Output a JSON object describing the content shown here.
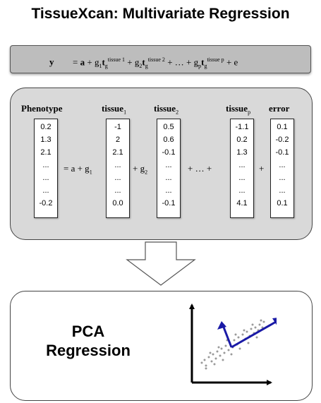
{
  "title": "TissueXcan: Multivariate Regression",
  "equation": {
    "y": "y",
    "eq": "=",
    "a": "a",
    "plus": "+",
    "g1": "g",
    "g1_sub": "1",
    "t1": "t",
    "t1_sup": "tissue 1",
    "t_sub": "g",
    "g2": "g",
    "g2_sub": "2",
    "t2_sup": "tissue 2",
    "dots": "+ … +",
    "gp": "g",
    "gp_sub": "p",
    "tp_sup": "tissue p",
    "e_term": "+ e"
  },
  "matrix": {
    "phenotype": {
      "label": "Phenotype",
      "values": [
        "0.2",
        "1.3",
        "2.1",
        "...",
        "...",
        "...",
        "-0.2"
      ]
    },
    "tissue1": {
      "label": "tissue",
      "sub": "1",
      "values": [
        "-1",
        "2",
        "2.1",
        "...",
        "...",
        "...",
        "0.0"
      ]
    },
    "tissue2": {
      "label": "tissue",
      "sub": "2",
      "values": [
        "0.5",
        "0.6",
        "-0.1",
        "...",
        "...",
        "...",
        "-0.1"
      ]
    },
    "tissuep": {
      "label": "tissue",
      "sub": "p",
      "values": [
        "-1.1",
        "0.2",
        "1.3",
        "...",
        "...",
        "...",
        "4.1"
      ]
    },
    "error": {
      "label": "error",
      "values": [
        "0.1",
        "-0.2",
        "-0.1",
        "...",
        "...",
        "...",
        "0.1"
      ]
    },
    "ops": {
      "eq_a_g": "= a + g",
      "g_sub1": "1",
      "plus_g": "+ g",
      "g_sub2": "2",
      "plus_dots": "+ … +",
      "plus": "+"
    }
  },
  "bottom": {
    "line1": "PCA",
    "line2": "Regression"
  },
  "colors": {
    "eq_bar": "#bdbdbd",
    "panel": "#d9d9d9",
    "pca_arrow": "#1a1aa6",
    "points": "#9a9a9a"
  }
}
